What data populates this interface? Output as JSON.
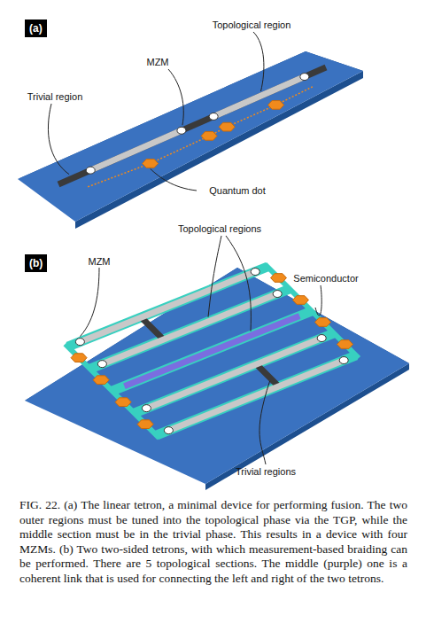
{
  "diagram": {
    "caption": "FIG. 22. (a) The linear tetron, a minimal device for performing fusion. The two outer regions must be tuned into the topological phase via the TGP, while the middle section must be in the trivial phase. This results in a device with four MZMs. (b) Two two-sided tetrons, with which measurement-based braiding can be performed. There are 5 topological sections. The middle (purple) one is a coherent link that is used for connecting the left and right of the two tetrons.",
    "nodes": [
      {
        "text": [
          "(a)"
        ]
      },
      {
        "text": [
          "(b)"
        ]
      }
    ],
    "labels": [
      "Topological region",
      "MZM",
      "Trivial region",
      "Quantum dot",
      "Topological regions",
      "MZM",
      "Semiconductor",
      "Trivial regions"
    ]
  }
}
